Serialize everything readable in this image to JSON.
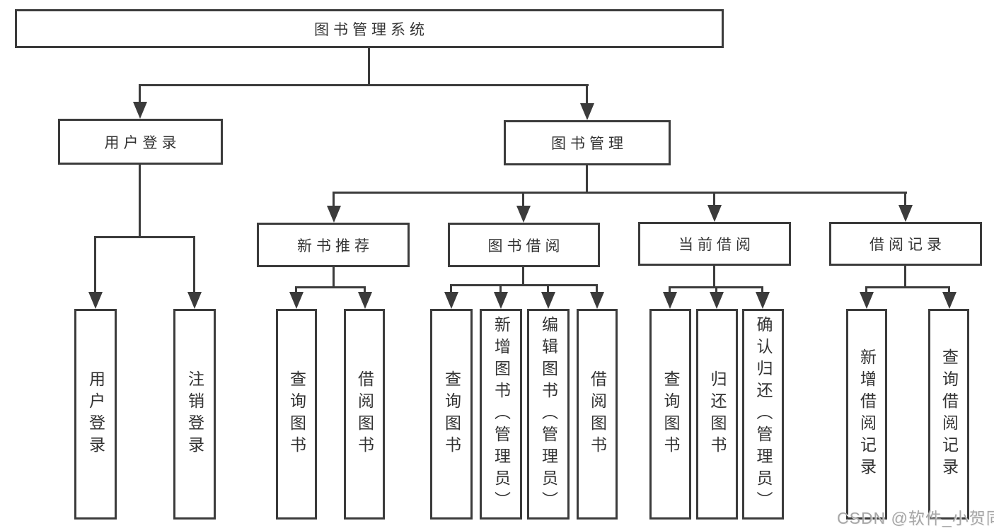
{
  "diagram": {
    "root": {
      "label": "图书管理系统"
    },
    "branches": [
      {
        "label": "用户登录",
        "children": [
          {
            "label": "用户登录"
          },
          {
            "label": "注销登录"
          }
        ]
      },
      {
        "label": "图书管理",
        "children": [
          {
            "label": "新书推荐",
            "children": [
              {
                "label": "查询图书"
              },
              {
                "label": "借阅图书"
              }
            ]
          },
          {
            "label": "图书借阅",
            "children": [
              {
                "label": "查询图书"
              },
              {
                "label": "新增图书（管理员）"
              },
              {
                "label": "编辑图书（管理员）"
              },
              {
                "label": "借阅图书"
              }
            ]
          },
          {
            "label": "当前借阅",
            "children": [
              {
                "label": "查询图书"
              },
              {
                "label": "归还图书"
              },
              {
                "label": "确认归还（管理员）"
              }
            ]
          },
          {
            "label": "借阅记录",
            "children": [
              {
                "label": "新增借阅记录"
              },
              {
                "label": "查询借阅记录"
              }
            ]
          }
        ]
      }
    ]
  },
  "watermark": {
    "text": "CSDN @软件_小贺同学"
  },
  "colors": {
    "line": "#3b3b3b",
    "text": "#333333",
    "background": "#ffffff",
    "watermark": "#a6a6a6"
  }
}
